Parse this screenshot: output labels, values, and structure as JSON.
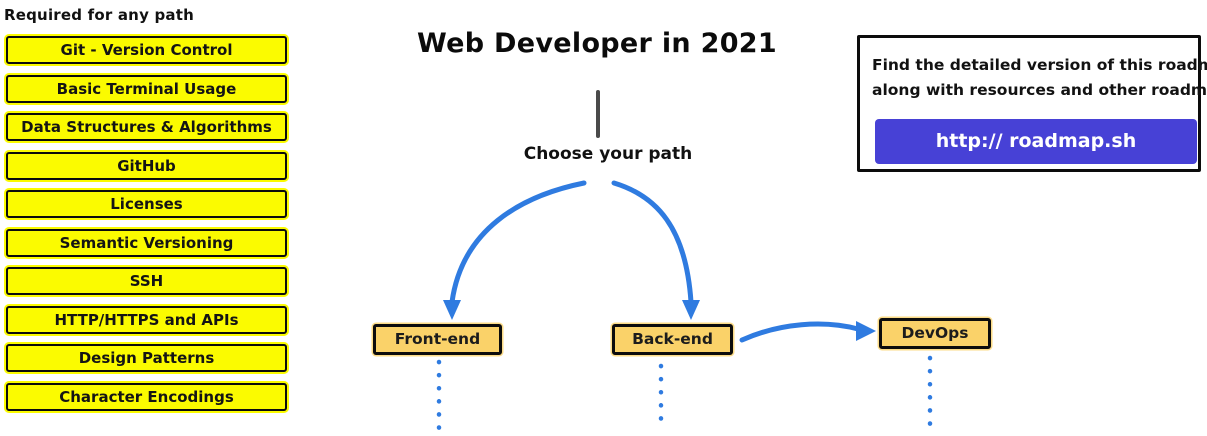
{
  "sidebar": {
    "header": "Required for any path",
    "items": [
      {
        "label": "Git - Version Control"
      },
      {
        "label": "Basic Terminal Usage"
      },
      {
        "label": "Data Structures & Algorithms"
      },
      {
        "label": "GitHub"
      },
      {
        "label": "Licenses"
      },
      {
        "label": "Semantic Versioning"
      },
      {
        "label": "SSH"
      },
      {
        "label": "HTTP/HTTPS and APIs"
      },
      {
        "label": "Design Patterns"
      },
      {
        "label": "Character Encodings"
      }
    ]
  },
  "main": {
    "title": "Web Developer in 2021",
    "choose_label": "Choose your path",
    "paths": [
      {
        "label": "Front-end"
      },
      {
        "label": "Back-end"
      },
      {
        "label": "DevOps"
      }
    ]
  },
  "info_box": {
    "line1": "Find the detailed version of this roadmap",
    "line2": "along with resources and other roadmaps",
    "button_label": "http:// roadmap.sh"
  },
  "colors": {
    "topic_yellow": "#FBFB00",
    "path_orange": "#FAD269",
    "arrow_blue": "#2F7BE0",
    "button_purple": "#4741D6",
    "stem_gray": "#4A4A4A",
    "border_black": "#0C0C0C"
  },
  "icons": {
    "split_arrow_left": "curved-arrow-down",
    "split_arrow_right": "curved-arrow-down",
    "backend_to_devops_arrow": "curved-arrow-right",
    "dotted_continuation": "vertical-dotted-line"
  }
}
